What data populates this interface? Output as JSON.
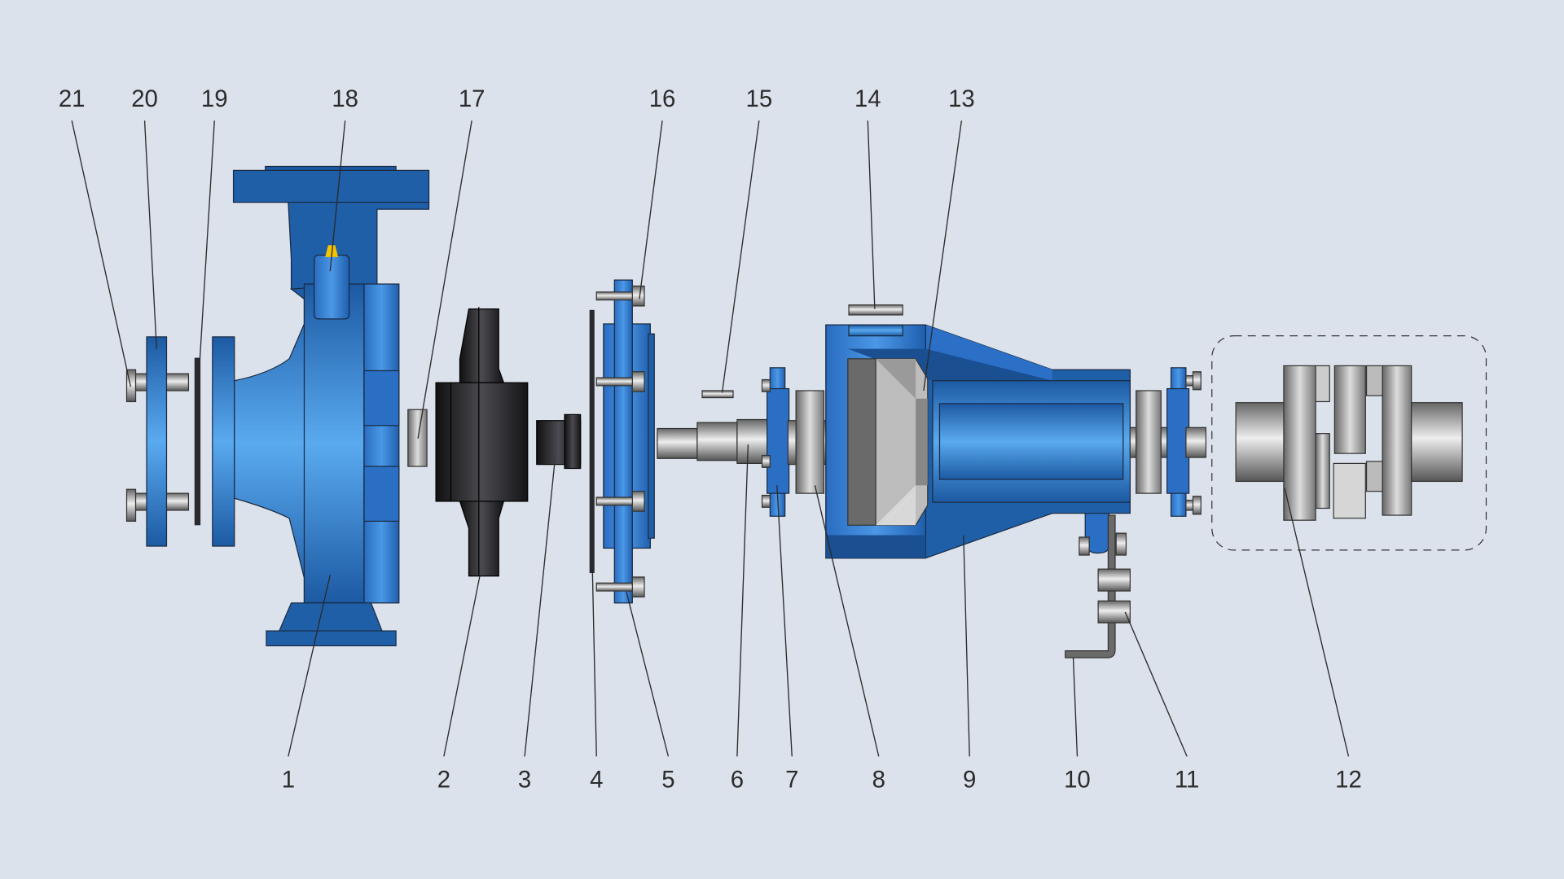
{
  "diagram": {
    "type": "exploded pump assembly",
    "colors": {
      "background": "#dce2ec",
      "blue_light": "#5aaaf0",
      "blue_dark": "#1c5aa3",
      "metal_light": "#e6e6e6",
      "metal_dark": "#555555",
      "seal_black": "#2a2a2e",
      "highlight": "#f5c400"
    },
    "top_labels": [
      "21",
      "20",
      "19",
      "18",
      "17",
      "16",
      "15",
      "14",
      "13"
    ],
    "bottom_labels": [
      "1",
      "2",
      "3",
      "4",
      "5",
      "6",
      "7",
      "8",
      "9",
      "10",
      "11",
      "12"
    ]
  }
}
